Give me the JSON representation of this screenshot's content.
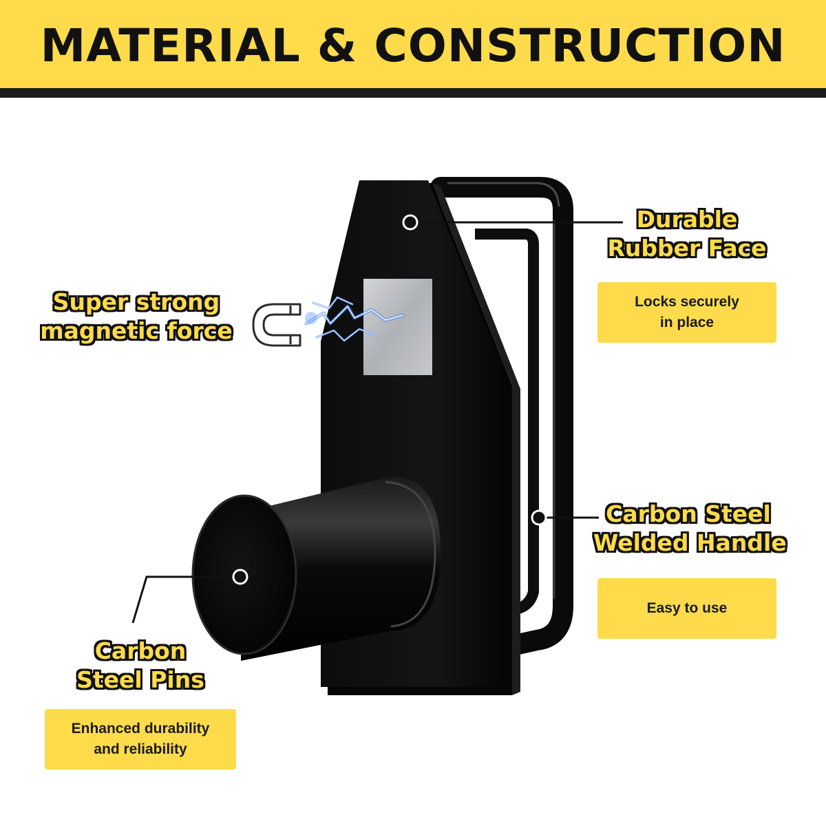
{
  "header": {
    "title": "MATERIAL & CONSTRUCTION"
  },
  "callouts": {
    "rubber_face": {
      "title_line1": "Durable",
      "title_line2": "Rubber Face",
      "note_line1": "Locks securely",
      "note_line2": "in place"
    },
    "magnet": {
      "title_line1": "Super strong",
      "title_line2": "magnetic force"
    },
    "handle": {
      "title_line1": "Carbon Steel",
      "title_line2": "Welded Handle",
      "note": "Easy to use"
    },
    "pins": {
      "title_line1": "Carbon",
      "title_line2": "Steel Pins",
      "note_line1": "Enhanced durability",
      "note_line2": "and reliability"
    }
  },
  "colors": {
    "accent_yellow": "#fddb4a",
    "dark": "#111111",
    "magnet_plate": "#b9bcbf",
    "spark_blue": "#3a7bff"
  },
  "icons": {
    "magnet": "horseshoe-magnet-icon",
    "spark": "lightning-spark-icon"
  }
}
